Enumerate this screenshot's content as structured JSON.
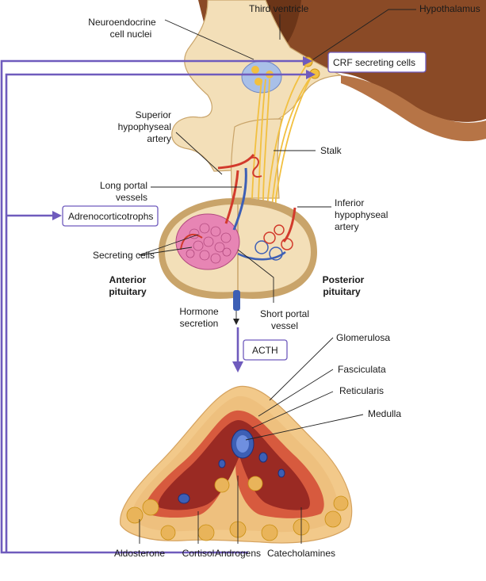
{
  "labels": {
    "third_ventricle": "Third ventricle",
    "hypothalamus": "Hypothalamus",
    "neuroendocrine_line1": "Neuroendocrine",
    "neuroendocrine_line2": "cell nuclei",
    "crf_cells": "CRF secreting cells",
    "superior_line1": "Superior",
    "superior_line2": "hypophyseal",
    "superior_line3": "artery",
    "stalk": "Stalk",
    "long_portal_line1": "Long portal",
    "long_portal_line2": "vessels",
    "inferior_line1": "Inferior",
    "inferior_line2": "hypophyseal",
    "inferior_line3": "artery",
    "adrenocorticotrophs": "Adrenocorticotrophs",
    "secreting_cells": "Secreting cells",
    "anterior_line1": "Anterior",
    "anterior_line2": "pituitary",
    "posterior_line1": "Posterior",
    "posterior_line2": "pituitary",
    "hormone_line1": "Hormone",
    "hormone_line2": "secretion",
    "short_portal_line1": "Short portal",
    "short_portal_line2": "vessel",
    "acth": "ACTH",
    "glomerulosa": "Glomerulosa",
    "fasciculata": "Fasciculata",
    "reticularis": "Reticularis",
    "medulla": "Medulla",
    "aldosterone": "Aldosterone",
    "cortisol": "Cortisol",
    "androgens": "Androgens",
    "catecholamines": "Catecholamines"
  },
  "colors": {
    "hypothalamus_brown": "#8a4a26",
    "tissue_beige": "#f3dfb8",
    "capsule_tan": "#c9a46a",
    "nerve_yellow": "#f2c040",
    "artery_red": "#d23a2c",
    "vein_blue": "#3d5fb5",
    "nuclei_blue": "#a9c0e8",
    "feedback_purple": "#6f5bbd",
    "adrenal_cortex": "#f2c98a",
    "adrenal_inner": "#b6362e",
    "adrenal_medulla": "#7e1f1b"
  }
}
